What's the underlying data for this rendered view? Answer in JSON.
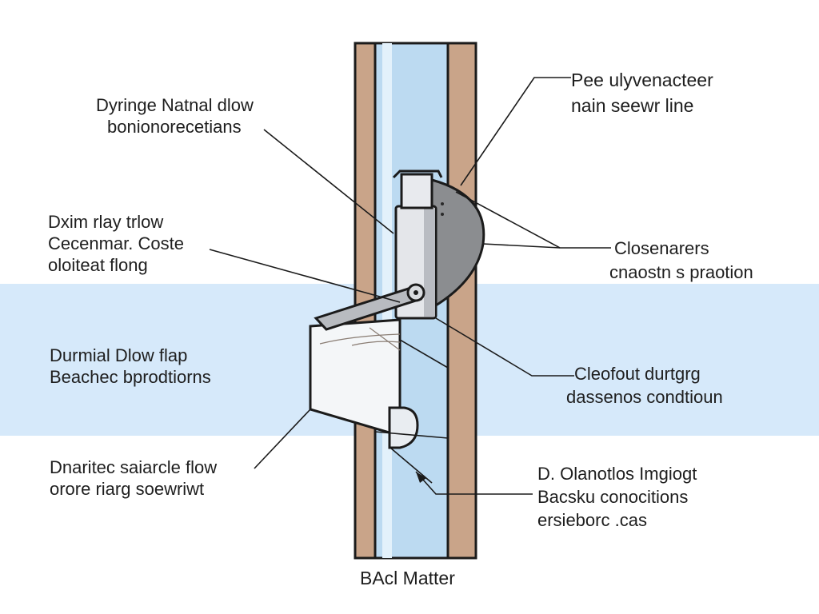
{
  "colors": {
    "water_band": "#d6e9fa",
    "pipe_wall": "#c9a489",
    "pipe_flow": "#bcdaf1",
    "outline": "#1b1b1b",
    "valve_body": "#e4e6ea",
    "flap": "#8b8d90"
  },
  "labels": {
    "top_left": [
      "Dyringe Natnal dlow",
      "bonionorecetians"
    ],
    "mid_left": [
      "Dxim rlay trlow",
      "Cecenmar. Coste",
      "oloiteat flong"
    ],
    "band_left": [
      "Durmial Dlow flap",
      "Beachec bprodtiorns"
    ],
    "bottom_left": [
      "Dnaritec saiarcle flow",
      "orore   riarg soewriwt"
    ],
    "top_right": [
      "Pee ulyvenacteer",
      "nain seewr line"
    ],
    "mid_right": [
      "Closenarers",
      "cnaostn s praotion"
    ],
    "band_right": [
      "Cleofout durtgrg",
      "dassenos condtioun"
    ],
    "bottom_right": [
      "D. Olanotlos Imgiogt",
      "Bacsku conocitions",
      "ersieborc   .cas"
    ]
  },
  "caption": "BAcl Matter"
}
